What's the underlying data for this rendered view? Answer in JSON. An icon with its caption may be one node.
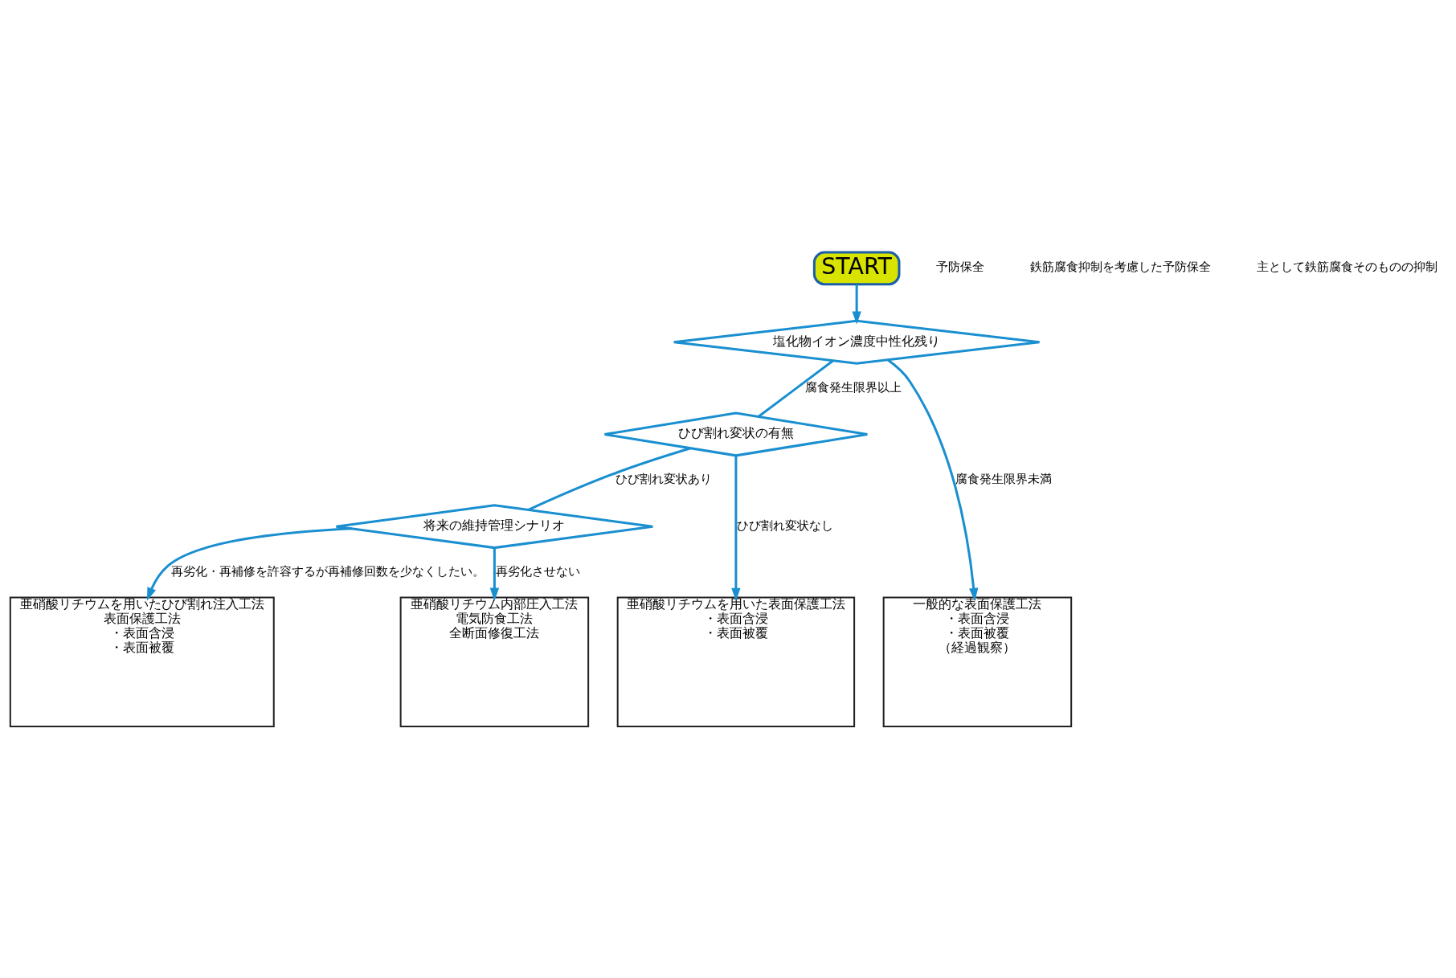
{
  "diagram": {
    "nodes": [
      {
        "text": [
          "START"
        ]
      },
      {
        "text": [
          "塩化物イオン濃度中性化残り"
        ]
      },
      {
        "text": [
          "ひび割れ変状の有無"
        ]
      },
      {
        "text": [
          "将来の維持管理シナリオ"
        ]
      },
      {
        "text": [
          "一般的な表面保護工法",
          "・表面含浸",
          "・表面被覆",
          "（経過観察）"
        ]
      },
      {
        "text": [
          "亜硝酸リチウムを用いた表面保護工法",
          "・表面含浸",
          "・表面被覆"
        ]
      },
      {
        "text": [
          "亜硝酸リチウムを用いたひび割れ注入工法",
          "表面保護工法",
          "・表面含浸",
          "・表面被覆"
        ]
      },
      {
        "text": [
          "亜硝酸リチウム内部圧入工法",
          "電気防食工法",
          "全断面修復工法"
        ]
      }
    ],
    "edges": [
      {
        "from": 0,
        "to": 1,
        "arrow": "to"
      },
      {
        "from": 1,
        "to": 4,
        "label": "腐食発生限界未満",
        "arrow": "to"
      },
      {
        "from": 1,
        "to": 2,
        "label": "腐食発生限界以上",
        "arrow": "none"
      },
      {
        "from": 2,
        "to": 5,
        "label": "ひび割れ変状なし",
        "arrow": "to"
      },
      {
        "from": 2,
        "to": 3,
        "label": "ひび割れ変状あり",
        "arrow": "none"
      },
      {
        "from": 3,
        "to": 6,
        "label": "再劣化・再補修を許容するが再補修回数を少なくしたい。",
        "arrow": "to"
      },
      {
        "from": 3,
        "to": 7,
        "label": "再劣化させない",
        "arrow": "to"
      }
    ],
    "labels": [
      "予防保全",
      "鉄筋腐食抑制を考慮した予防保全",
      "主として鉄筋腐食そのものの抑制"
    ]
  }
}
